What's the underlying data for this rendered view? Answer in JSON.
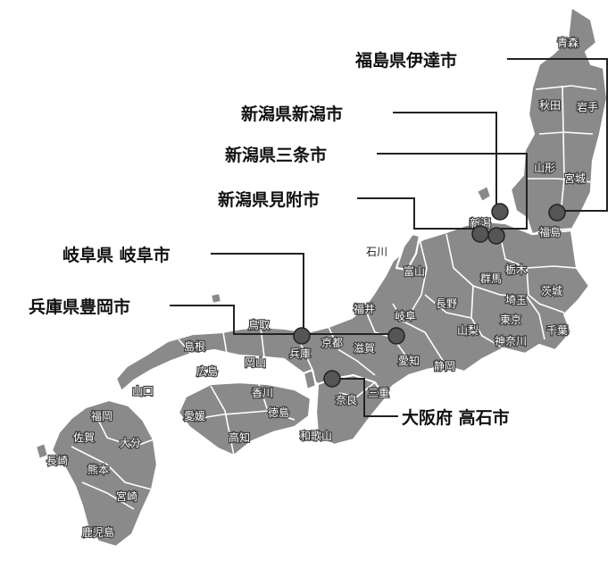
{
  "city_callouts": [
    {
      "id": "date",
      "label": "福島県伊達市"
    },
    {
      "id": "niigata",
      "label": "新潟県新潟市"
    },
    {
      "id": "sanjo",
      "label": "新潟県三条市"
    },
    {
      "id": "mitsuke",
      "label": "新潟県見附市"
    },
    {
      "id": "gifu",
      "label": "岐阜県 岐阜市"
    },
    {
      "id": "toyooka",
      "label": "兵庫県豊岡市"
    },
    {
      "id": "takaishi",
      "label": "大阪府 高石市"
    }
  ],
  "prefectures": {
    "aomori": "青森",
    "akita": "秋田",
    "iwate": "岩手",
    "yamagata": "山形",
    "miyagi": "宮城",
    "fukushima": "福島",
    "niigata": "新潟",
    "ishikawa": "石川",
    "toyama": "富山",
    "gunma": "群馬",
    "tochigi": "栃木",
    "ibaraki": "茨城",
    "saitama": "埼玉",
    "tokyo": "東京",
    "chiba": "千葉",
    "kanagawa": "神奈川",
    "yamanashi": "山梨",
    "nagano": "長野",
    "fukui": "福井",
    "gifu": "岐阜",
    "aichi": "愛知",
    "shizuoka": "静岡",
    "tottori": "鳥取",
    "shimane": "島根",
    "okayama": "岡山",
    "hyogo": "兵庫",
    "kyoto": "京都",
    "shiga": "滋賀",
    "mie": "三重",
    "nara": "奈良",
    "wakayama": "和歌山",
    "hiroshima": "広島",
    "yamaguchi": "山口",
    "kagawa": "香川",
    "ehime": "愛媛",
    "tokushima": "徳島",
    "kochi": "高知",
    "fukuoka": "福岡",
    "saga": "佐賀",
    "oita": "大分",
    "nagasaki": "長崎",
    "kumamoto": "熊本",
    "miyazaki": "宮崎",
    "kagoshima": "鹿児島"
  },
  "colors": {
    "land": "#8a8a8a",
    "border": "#ffffff",
    "marker": "#555555",
    "leader": "#222222"
  }
}
